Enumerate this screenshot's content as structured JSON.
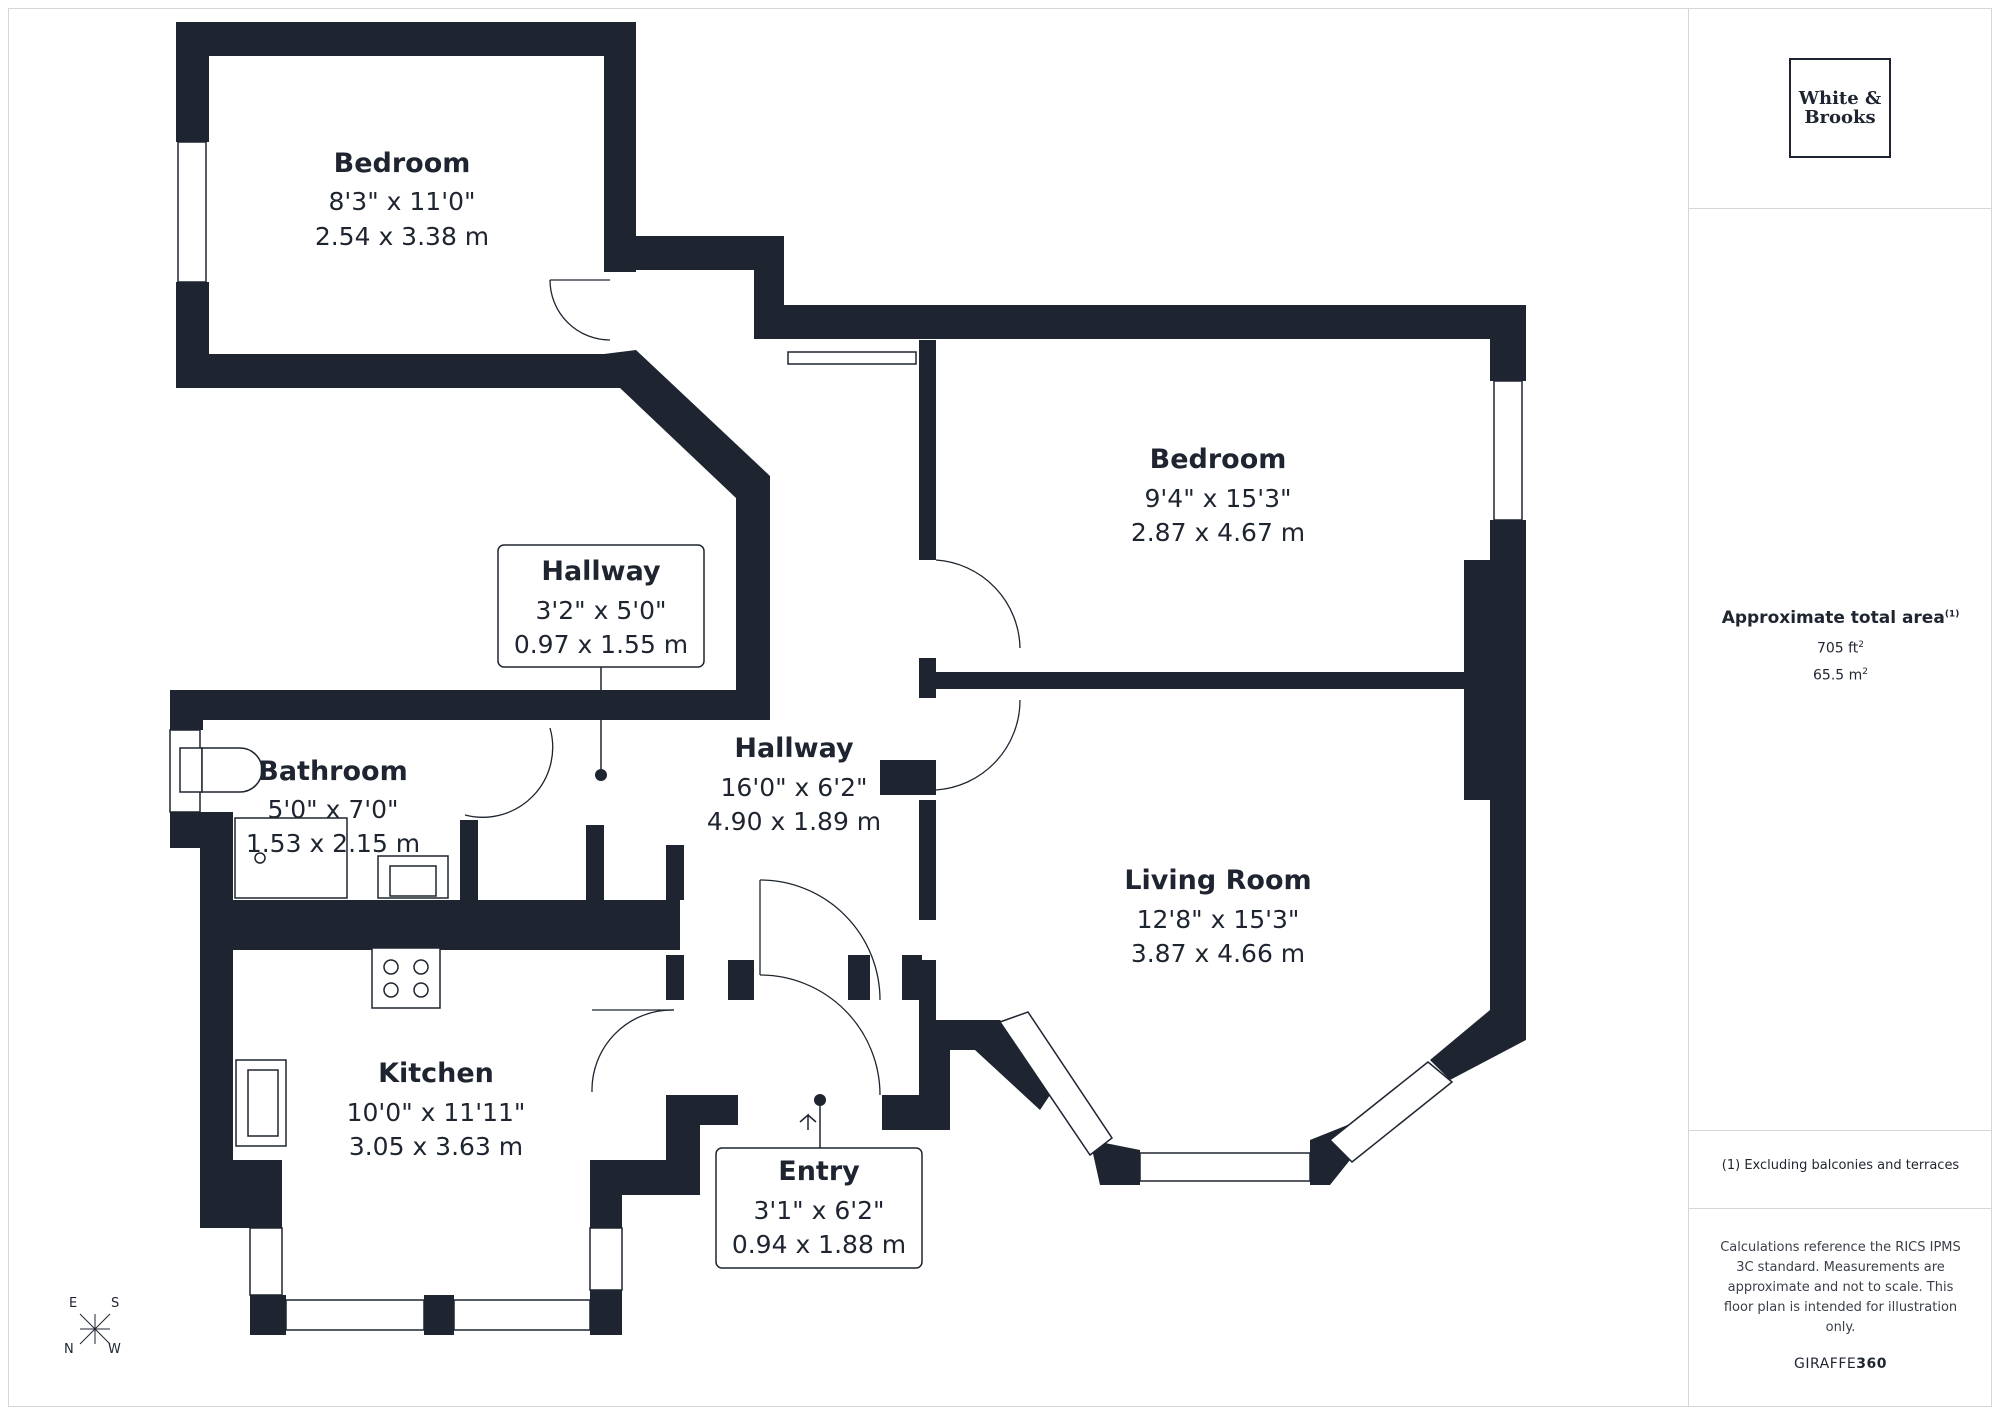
{
  "rooms": {
    "bedroom1": {
      "name": "Bedroom",
      "imperial": "8'3\" x 11'0\"",
      "metric": "2.54 x 3.38 m"
    },
    "bedroom2": {
      "name": "Bedroom",
      "imperial": "9'4\" x 15'3\"",
      "metric": "2.87 x 4.67 m"
    },
    "hallway_small": {
      "name": "Hallway",
      "imperial": "3'2\" x 5'0\"",
      "metric": "0.97 x 1.55 m"
    },
    "hallway_main": {
      "name": "Hallway",
      "imperial": "16'0\" x 6'2\"",
      "metric": "4.90 x 1.89 m"
    },
    "bathroom": {
      "name": "Bathroom",
      "imperial": "5'0\" x 7'0\"",
      "metric": "1.53 x 2.15 m"
    },
    "living_room": {
      "name": "Living Room",
      "imperial": "12'8\" x 15'3\"",
      "metric": "3.87 x 4.66 m"
    },
    "kitchen": {
      "name": "Kitchen",
      "imperial": "10'0\" x 11'11\"",
      "metric": "3.05 x 3.63 m"
    },
    "entry": {
      "name": "Entry",
      "imperial": "3'1\" x 6'2\"",
      "metric": "0.94 x 1.88 m"
    }
  },
  "compass": {
    "e": "E",
    "s": "S",
    "n": "N",
    "w": "W"
  },
  "sidebar": {
    "logo_line1": "White &",
    "logo_line2": "Brooks",
    "area_title": "Approximate total area",
    "area_footnote_mark": "(1)",
    "area_ft": "705 ft",
    "area_m": "65.5 m",
    "area_sup": "2",
    "footnote": "(1) Excluding balconies and terraces",
    "disclaimer": "Calculations reference the RICS IPMS 3C standard. Measurements are approximate and not to scale. This floor plan is intended for illustration only.",
    "brand_prefix": "GIRAFFE",
    "brand_suffix": "360"
  },
  "colors": {
    "wall": "#1e2530",
    "border": "#d4d6d9"
  }
}
